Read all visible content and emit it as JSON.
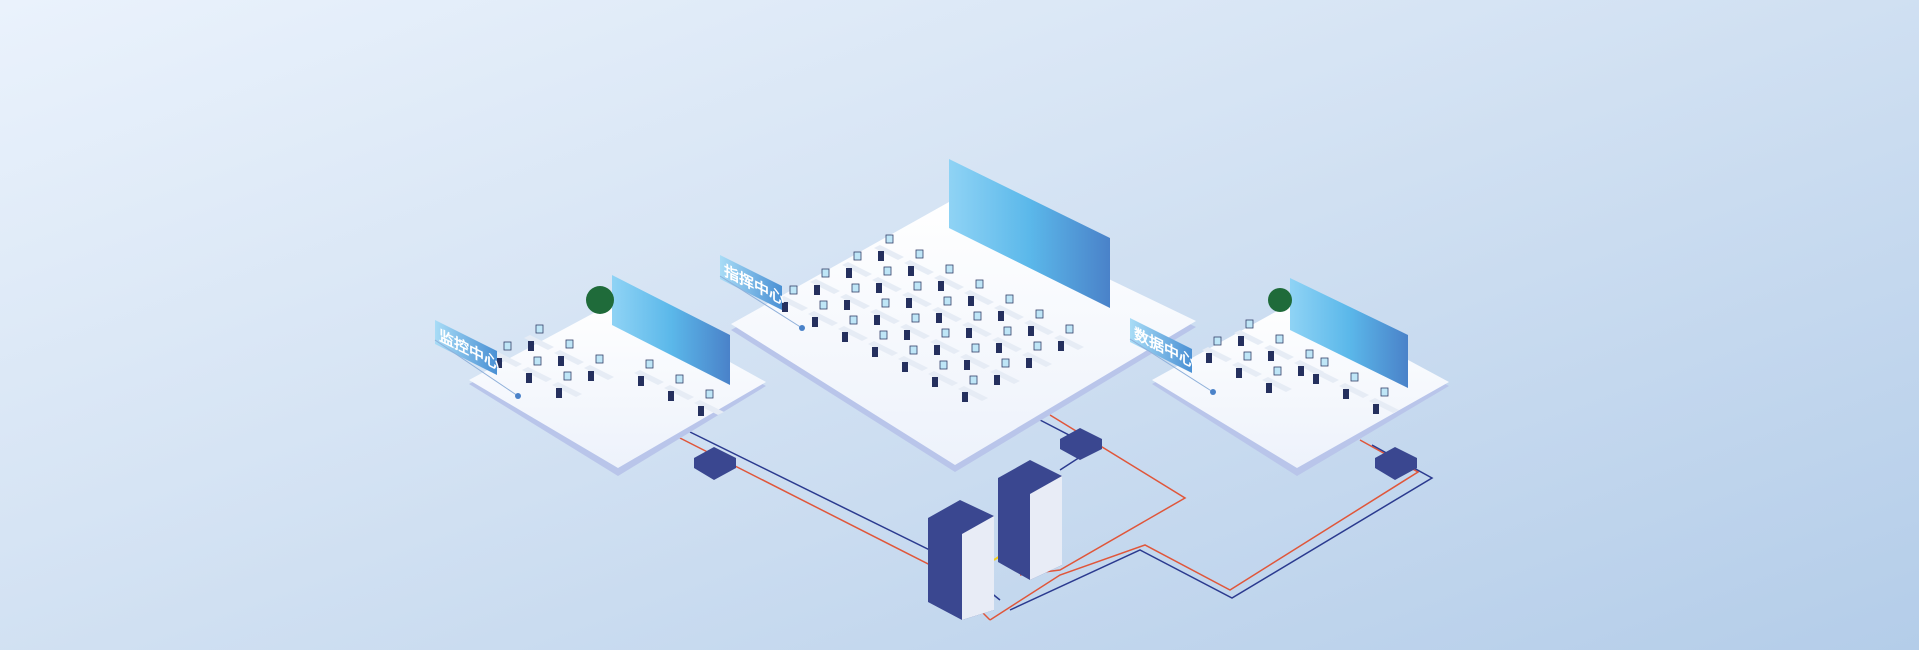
{
  "zones": [
    {
      "id": "monitoring",
      "label": "监控中心"
    },
    {
      "id": "command",
      "label": "指挥中心"
    },
    {
      "id": "data",
      "label": "数据中心"
    }
  ],
  "colors": {
    "cable_red": "#e0563a",
    "cable_blue": "#2b3a8f",
    "cable_yellow": "#f5d020",
    "screen": "#5bb8ea",
    "rack": "#3a4790"
  }
}
